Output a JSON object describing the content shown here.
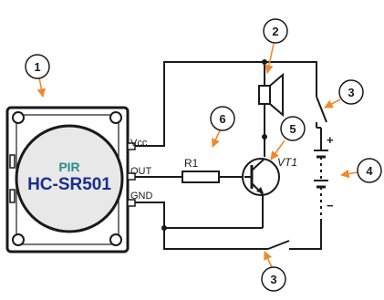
{
  "module": {
    "line1": "PIR",
    "line2": "HC-SR501",
    "line1_color": "#2a8c8c",
    "line2_color": "#1a2f8a"
  },
  "pins": {
    "vcc": "Vcc",
    "out": "OUT",
    "gnd": "GND"
  },
  "components": {
    "resistor": "R1",
    "transistor": "VT1",
    "battery_plus": "+",
    "battery_minus": "−"
  },
  "callouts": [
    "1",
    "2",
    "3",
    "6",
    "5",
    "4",
    "3"
  ],
  "colors": {
    "wire": "#1a1a1a",
    "arrow": "#ee8a2a"
  }
}
